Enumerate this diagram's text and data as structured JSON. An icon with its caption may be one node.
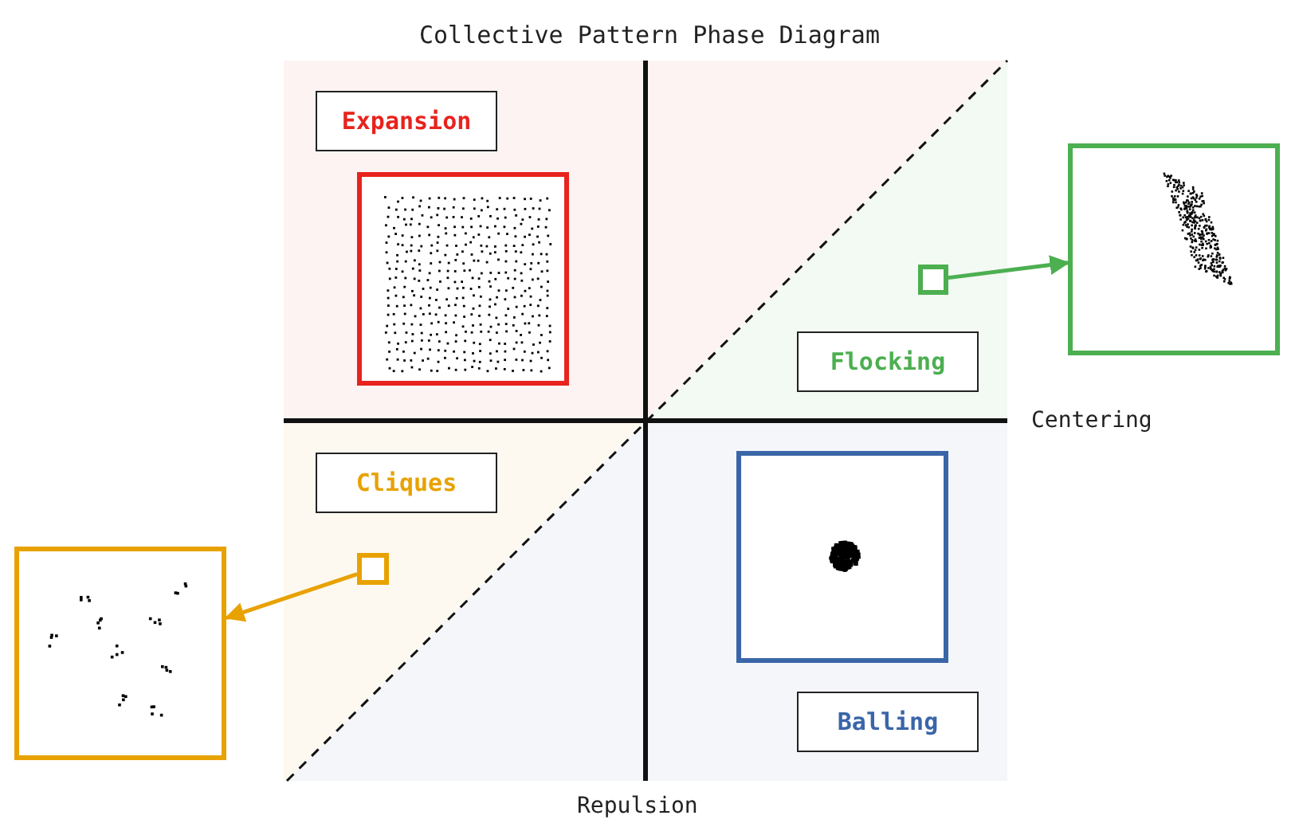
{
  "diagram": {
    "title": "Collective Pattern Phase Diagram",
    "nodes": [
      {
        "text": [
          "Expansion"
        ]
      },
      {
        "text": [],
        "shape": "picture"
      },
      {
        "text": [],
        "shape": "box"
      },
      {
        "text": [],
        "shape": "picture"
      },
      {
        "text": [
          "Flocking"
        ]
      },
      {
        "text": [
          "Cliques"
        ]
      },
      {
        "text": [],
        "shape": "picture"
      },
      {
        "text": [],
        "shape": "box"
      },
      {
        "text": [],
        "shape": "picture"
      },
      {
        "text": [
          "Balling"
        ]
      }
    ],
    "edges": [
      {
        "from": 2,
        "to": 3,
        "arrow": "to",
        "color": "#4caf50"
      },
      {
        "from": 7,
        "to": 8,
        "arrow": "to",
        "color": "#e8a200"
      }
    ],
    "labels": [
      "Centering",
      "Repulsion"
    ]
  }
}
